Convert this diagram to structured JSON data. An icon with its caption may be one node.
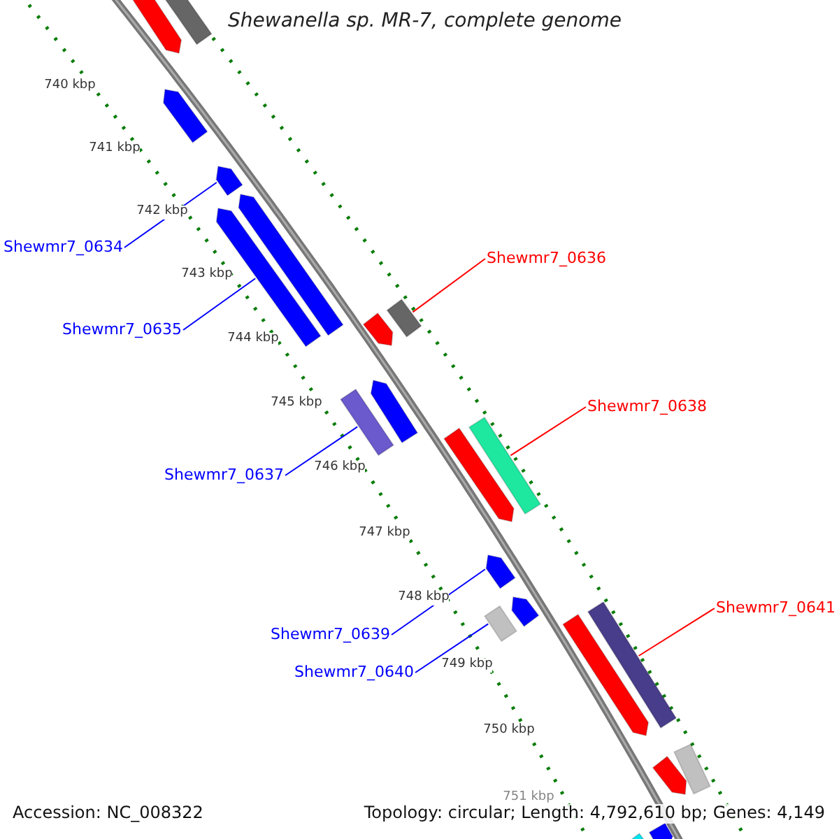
{
  "diagram": {
    "title": "Shewanella sp. MR-7, complete genome",
    "nodes": [
      {
        "text": [
          "Shewmr7_0634"
        ]
      },
      {
        "text": [],
        "shape": "arrow"
      },
      {
        "text": [
          "Shewmr7_0635"
        ]
      },
      {
        "text": [],
        "shape": "arrow"
      },
      {
        "text": [
          "Shewmr7_0636"
        ]
      },
      {
        "text": [],
        "shape": "bar"
      },
      {
        "text": [
          "Shewmr7_0637"
        ]
      },
      {
        "text": [],
        "shape": "bar"
      },
      {
        "text": [
          "Shewmr7_0638"
        ]
      },
      {
        "text": [],
        "shape": "bar"
      },
      {
        "text": [
          "Shewmr7_0639"
        ]
      },
      {
        "text": [],
        "shape": "arrow"
      },
      {
        "text": [
          "Shewmr7_0640"
        ]
      },
      {
        "text": [],
        "shape": "bar"
      },
      {
        "text": [
          "Shewmr7_0641"
        ]
      },
      {
        "text": [],
        "shape": "bar"
      },
      {
        "text": [],
        "shape": "arrow"
      },
      {
        "text": [],
        "shape": "bar"
      },
      {
        "text": [],
        "shape": "arrow"
      },
      {
        "text": [],
        "shape": "arrow"
      },
      {
        "text": [],
        "shape": "arrow"
      },
      {
        "text": [],
        "shape": "arrow"
      },
      {
        "text": [],
        "shape": "arrow"
      },
      {
        "text": [],
        "shape": "arrow"
      },
      {
        "text": [],
        "shape": "arrow"
      },
      {
        "text": [],
        "shape": "arrow"
      },
      {
        "text": [],
        "shape": "bar"
      },
      {
        "text": [],
        "shape": "arrow"
      },
      {
        "text": [],
        "shape": "bar"
      }
    ],
    "edges": [
      {
        "from": 0,
        "to": 1,
        "arrow": "none"
      },
      {
        "from": 2,
        "to": 3,
        "arrow": "none"
      },
      {
        "from": 4,
        "to": 5,
        "arrow": "none",
        "color": "#ff0000"
      },
      {
        "from": 6,
        "to": 7,
        "arrow": "none"
      },
      {
        "from": 8,
        "to": 9,
        "arrow": "none",
        "color": "#ff0000"
      },
      {
        "from": 10,
        "to": 11,
        "arrow": "none"
      },
      {
        "from": 12,
        "to": 13,
        "arrow": "none"
      },
      {
        "from": 14,
        "to": 15,
        "arrow": "none",
        "color": "#ff0000"
      }
    ],
    "labels": [
      "740 kbp",
      "741 kbp",
      "742 kbp",
      "743 kbp",
      "744 kbp",
      "745 kbp",
      "746 kbp",
      "747 kbp",
      "748 kbp",
      "749 kbp",
      "750 kbp",
      "751 kbp",
      "Accession: NC_008322",
      "Topology: circular; Length: 4,792,610 bp; Genes: 4,149"
    ]
  }
}
